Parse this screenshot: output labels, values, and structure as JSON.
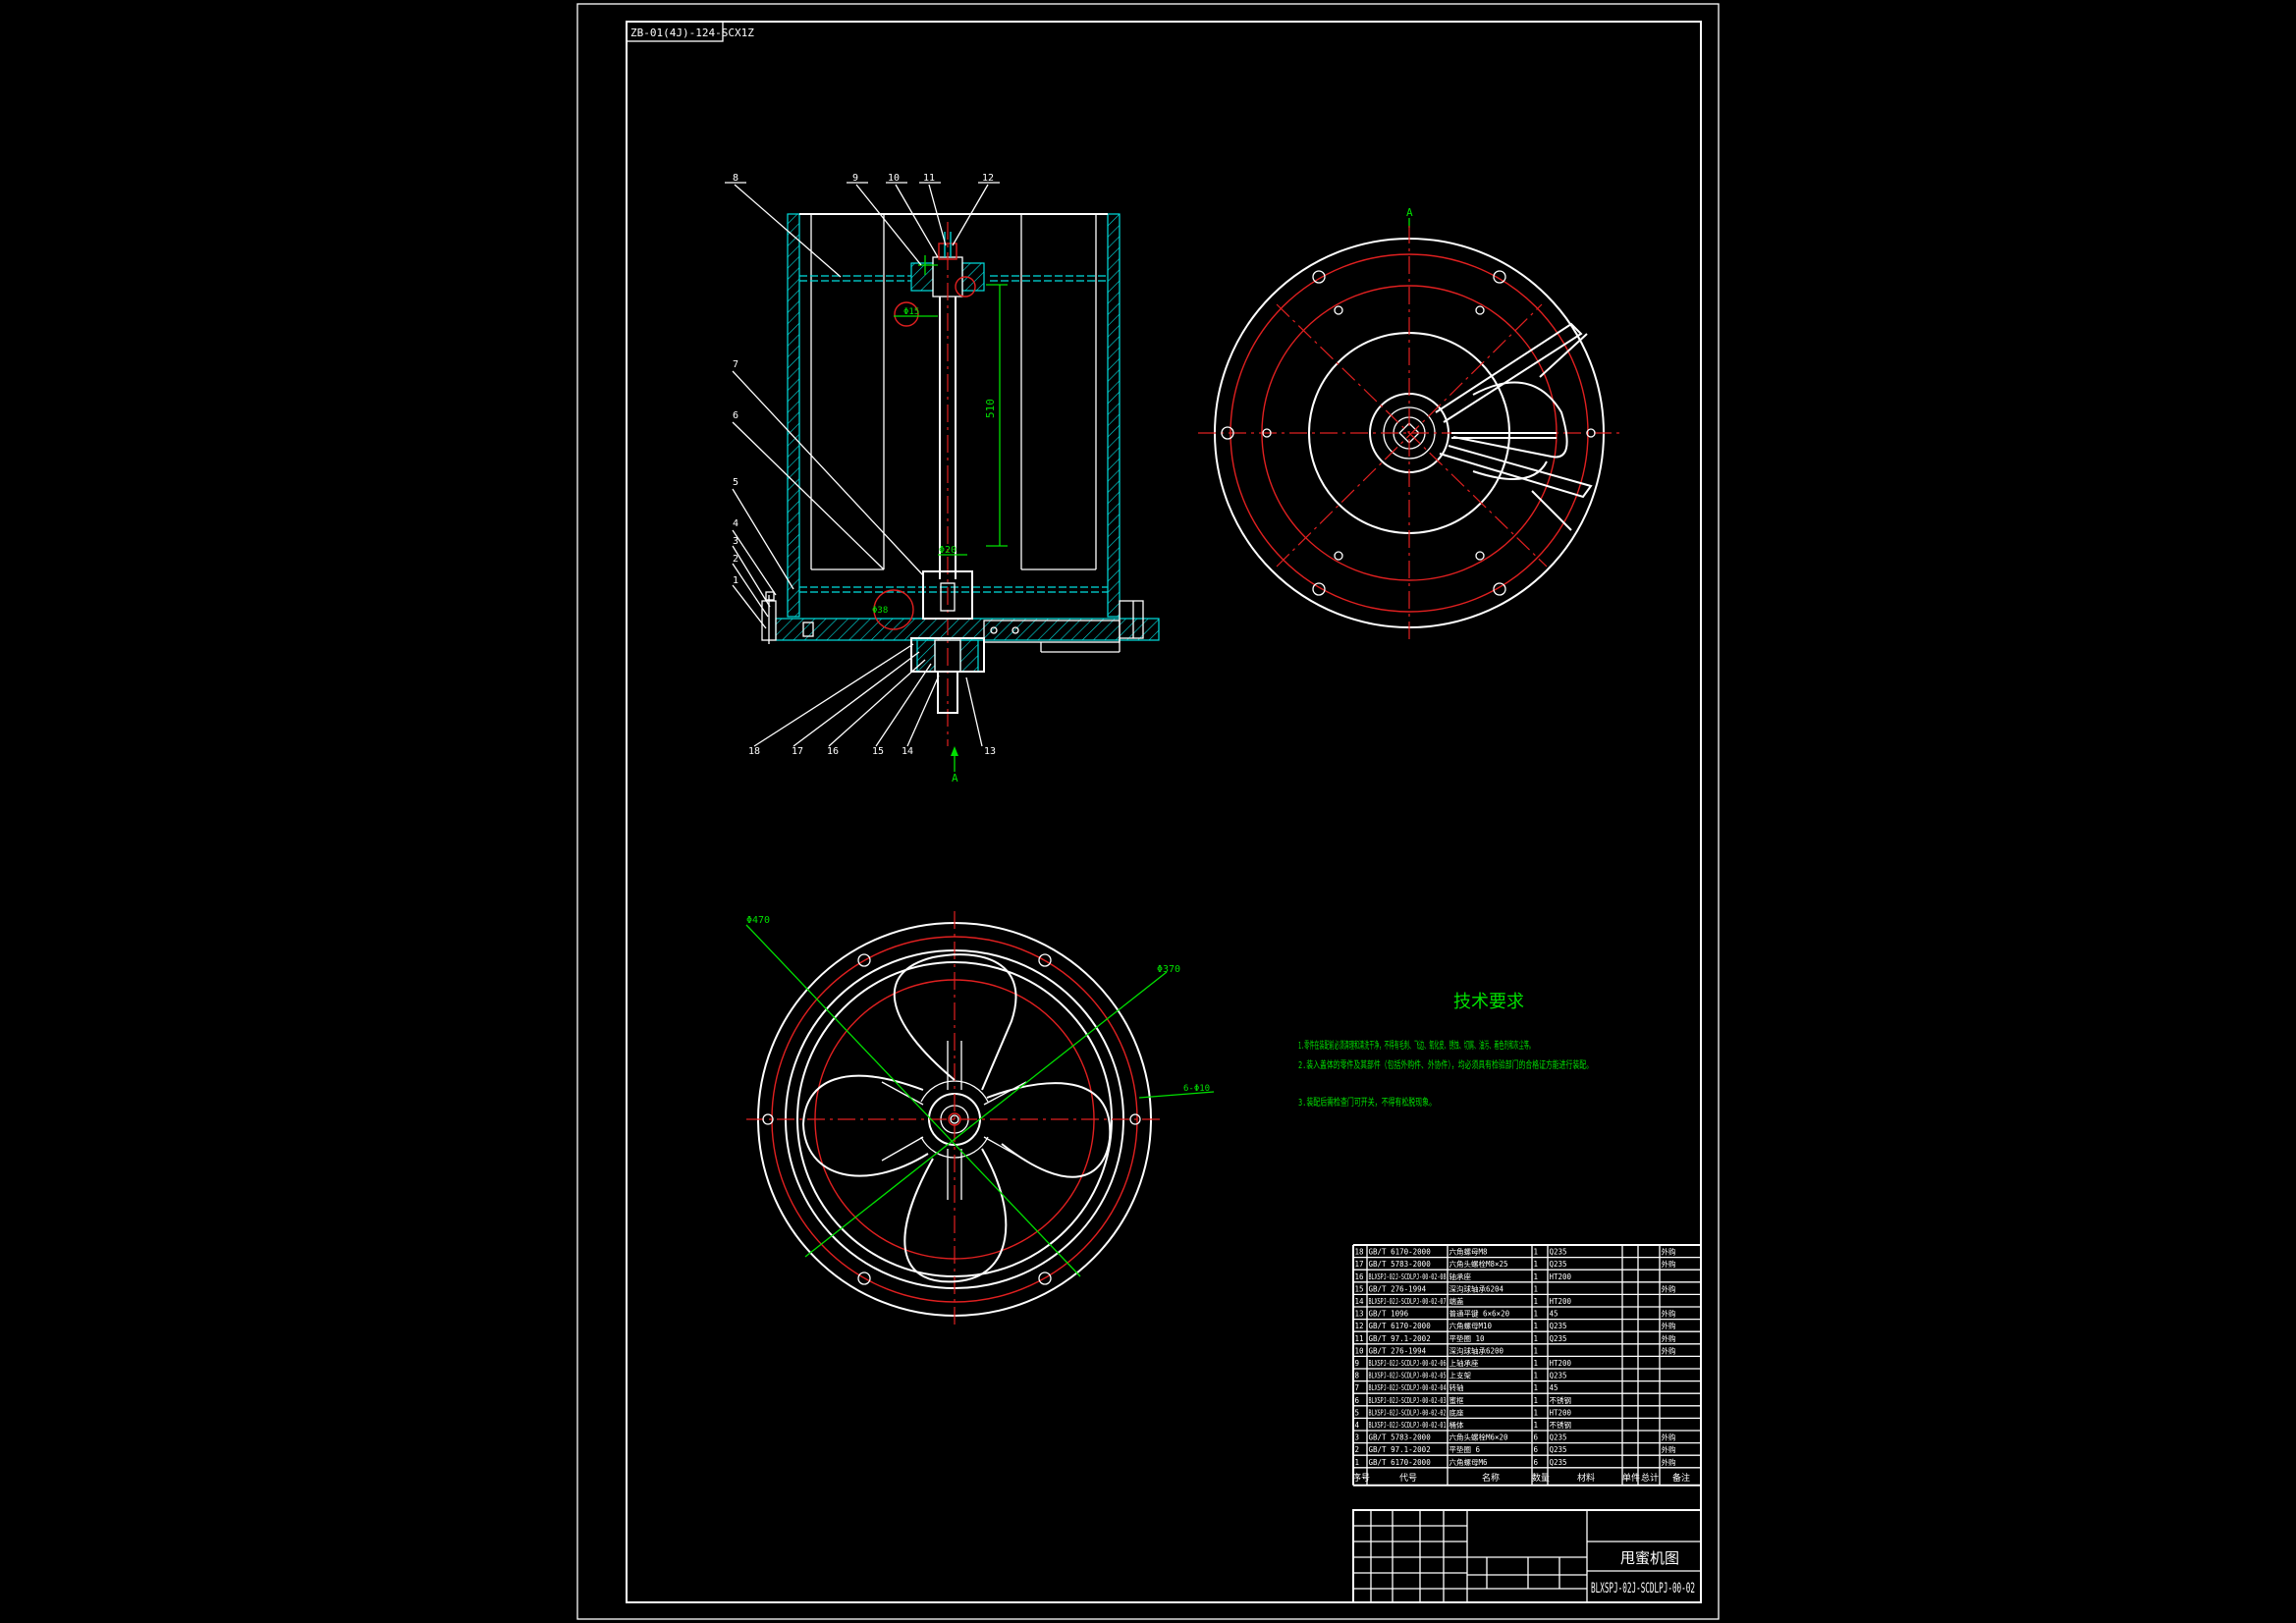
{
  "drawing": {
    "frame_code": "ZB-01(4J)-124-SCX1Z",
    "drawing_number": "BLXSPJ-02J-SCDLPJ-00-02",
    "drawing_name": "甩蜜机图",
    "tech_title": "技术要求",
    "tech_requirements": [
      "1.零件在装配前必须清理和清洗干净，不得有毛刺、飞边、氧化皮、锈蚀、切屑、油污、着色剂和灰尘等。",
      "2.装入盖体的零件及其部件（包括外购件、外协件），均必须具有检验部门的合格证方能进行装配。",
      "3.装配后需检查门可开关，不得有松脱现象。"
    ],
    "section_label_top": "A",
    "section_label_bottom": "A",
    "balloons": {
      "top": [
        "8",
        "9",
        "10",
        "11",
        "12"
      ],
      "left": [
        "7",
        "6",
        "5",
        "4",
        "3",
        "2",
        "1"
      ],
      "bottom": [
        "18",
        "17",
        "16",
        "15",
        "14",
        "13"
      ]
    },
    "dimensions": {
      "d_outer": "Φ470",
      "d_inner": "Φ370",
      "holes": "6-Φ10",
      "shaft_len": "510",
      "d_shaft": "Φ20",
      "d_hub": "Φ15",
      "d_bearing": "Φ38"
    },
    "bom": {
      "headers": [
        "序号",
        "代号",
        "名称",
        "数量",
        "材料",
        "单件",
        "总计",
        "备注"
      ],
      "rows": [
        [
          "18",
          "GB/T 6170-2000",
          "六角螺母M8",
          "1",
          "Q235",
          "",
          "",
          "外购"
        ],
        [
          "17",
          "GB/T 5783-2000",
          "六角头螺栓M8×25",
          "1",
          "Q235",
          "",
          "",
          "外购"
        ],
        [
          "16",
          "BLXSPJ-02J-SCDLPJ-00-02-08",
          "轴承座",
          "1",
          "HT200",
          "",
          "",
          ""
        ],
        [
          "15",
          "GB/T 276-1994",
          "深沟球轴承6204",
          "1",
          "",
          "",
          "",
          "外购"
        ],
        [
          "14",
          "BLXSPJ-02J-SCDLPJ-00-02-07",
          "端盖",
          "1",
          "HT200",
          "",
          "",
          ""
        ],
        [
          "13",
          "GB/T 1096",
          "普通平键 6×6×20",
          "1",
          "45",
          "",
          "",
          "外购"
        ],
        [
          "12",
          "GB/T 6170-2000",
          "六角螺母M10",
          "1",
          "Q235",
          "",
          "",
          "外购"
        ],
        [
          "11",
          "GB/T 97.1-2002",
          "平垫圈 10",
          "1",
          "Q235",
          "",
          "",
          "外购"
        ],
        [
          "10",
          "GB/T 276-1994",
          "深沟球轴承6200",
          "1",
          "",
          "",
          "",
          "外购"
        ],
        [
          "9",
          "BLXSPJ-02J-SCDLPJ-00-02-06",
          "上轴承座",
          "1",
          "HT200",
          "",
          "",
          ""
        ],
        [
          "8",
          "BLXSPJ-02J-SCDLPJ-00-02-05",
          "上支架",
          "1",
          "Q235",
          "",
          "",
          ""
        ],
        [
          "7",
          "BLXSPJ-02J-SCDLPJ-00-02-04",
          "转轴",
          "1",
          "45",
          "",
          "",
          ""
        ],
        [
          "6",
          "BLXSPJ-02J-SCDLPJ-00-02-03",
          "蜜框",
          "1",
          "不锈钢",
          "",
          "",
          ""
        ],
        [
          "5",
          "BLXSPJ-02J-SCDLPJ-00-02-02",
          "底座",
          "1",
          "HT200",
          "",
          "",
          ""
        ],
        [
          "4",
          "BLXSPJ-02J-SCDLPJ-00-02-01",
          "桶体",
          "1",
          "不锈钢",
          "",
          "",
          ""
        ],
        [
          "3",
          "GB/T 5783-2000",
          "六角头螺栓M6×20",
          "6",
          "Q235",
          "",
          "",
          "外购"
        ],
        [
          "2",
          "GB/T 97.1-2002",
          "平垫圈 6",
          "6",
          "Q235",
          "",
          "",
          "外购"
        ],
        [
          "1",
          "GB/T 6170-2000",
          "六角螺母M6",
          "6",
          "Q235",
          "",
          "",
          "外购"
        ]
      ]
    }
  }
}
